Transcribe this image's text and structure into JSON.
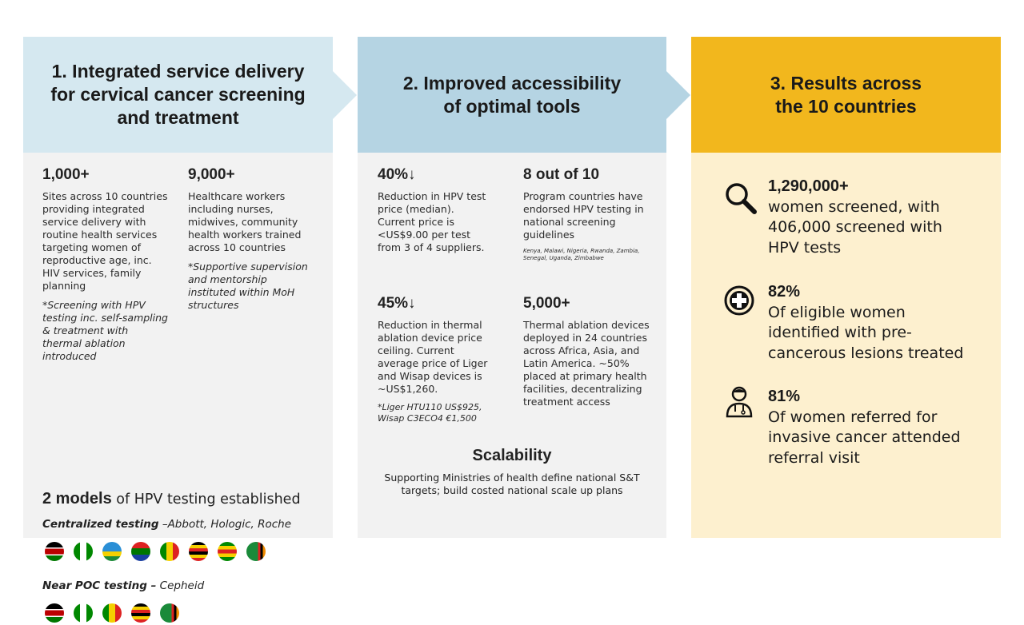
{
  "col1": {
    "title": "1. Integrated service delivery for cervical cancer screening and treatment",
    "stat_a": {
      "value": "1,000+",
      "desc": "Sites across 10 countries providing integrated service delivery with routine health services targeting women of reproductive age, inc. HIV services, family planning",
      "note": "*Screening with HPV testing inc. self-sampling & treatment with thermal ablation introduced"
    },
    "stat_b": {
      "value": "9,000+",
      "desc": "Healthcare workers including nurses, midwives, community health workers trained across 10 countries",
      "note": "*Supportive supervision and mentorship instituted within MoH structures"
    },
    "models_bold": "2 models",
    "models_rest": " of HPV testing established",
    "centralized_bold": "Centralized testing",
    "centralized_rest": " –Abbott, Hologic, Roche",
    "poc_bold": "Near POC testing –",
    "poc_rest": " Cepheid",
    "centralized_flags": [
      "kenya-flag",
      "nigeria-flag",
      "rwanda-flag",
      "south-africa-flag",
      "senegal-flag",
      "uganda-flag",
      "zimbabwe-flag",
      "zambia-flag"
    ],
    "poc_flags": [
      "kenya-flag",
      "nigeria-flag",
      "senegal-flag",
      "uganda-flag",
      "zambia-flag"
    ]
  },
  "col2": {
    "title": "2. Improved accessibility of optimal tools",
    "stat_a": {
      "value": "40%↓",
      "desc": "Reduction in HPV test price (median). Current price is <US$9.00 per test from 3 of 4 suppliers."
    },
    "stat_b": {
      "value": "8 out of 10",
      "desc": "Program countries have endorsed HPV testing in national screening guidelines",
      "note": "Kenya, Malawi, Nigeria, Rwanda, Zambia, Senegal, Uganda, Zimbabwe"
    },
    "stat_c": {
      "value": "45%↓",
      "desc": "Reduction in thermal ablation device price ceiling. Current average price of Liger and Wisap devices is ~US$1,260.",
      "note": "*Liger HTU110 US$925, Wisap C3ECO4 €1,500"
    },
    "stat_d": {
      "value": "5,000+",
      "desc": "Thermal ablation devices deployed in 24 countries across Africa, Asia, and Latin America. ~50% placed at primary health facilities, decentralizing treatment access"
    },
    "scal_title": "Scalability",
    "scal_desc": "Supporting Ministries of health define national S&T targets; build costed national scale up plans"
  },
  "col3": {
    "title": "3. Results across the 10 countries",
    "results": [
      {
        "icon": "magnifier-icon",
        "value": "1,290,000+",
        "desc": "women screened, with 406,000 screened with HPV tests"
      },
      {
        "icon": "medical-cross-icon",
        "value": "82%",
        "desc": "Of eligible women identified with pre-cancerous lesions treated"
      },
      {
        "icon": "doctor-icon",
        "value": "81%",
        "desc": "Of women referred for invasive cancer attended referral visit"
      }
    ]
  },
  "colors": {
    "col1_header": "#d5e8f0",
    "col2_header": "#b5d4e3",
    "col3_header": "#f2b71d",
    "col3_body": "#fdf0cf",
    "panel_gray": "#f2f2f2"
  }
}
